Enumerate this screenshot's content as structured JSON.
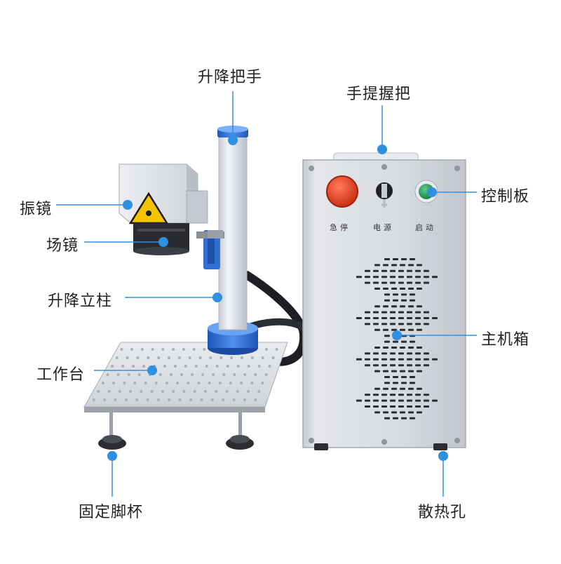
{
  "labels": {
    "lift_handle": "升降把手",
    "carry_handle": "手提握把",
    "galvo": "振镜",
    "field_lens": "场镜",
    "control_panel": "控制板",
    "lift_column": "升降立柱",
    "main_cabinet": "主机箱",
    "worktable": "工作台",
    "fixed_feet": "固定脚杯",
    "vent_holes": "散热孔"
  },
  "panel_labels": {
    "emergency": "急停",
    "power": "电源",
    "start": "启动"
  },
  "colors": {
    "leader_line": "#3a8fd9",
    "dot": "#2f8fe0",
    "emergency_button": "#e53a1c",
    "start_button": "#1e9e55",
    "column_base": "#2f6fd6",
    "warning_sign": "#f5c400"
  },
  "icons": {
    "warning": "laser-warning-icon"
  }
}
